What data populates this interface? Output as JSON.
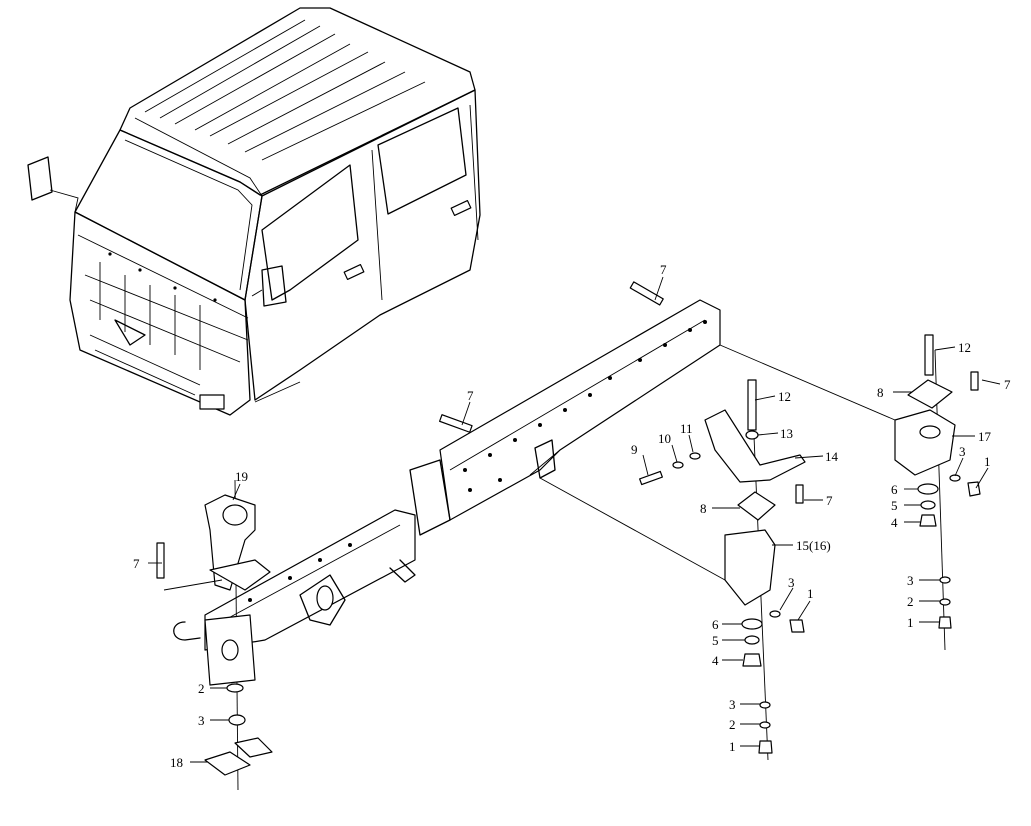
{
  "callouts": {
    "c7_top": "7",
    "c7_mid": "7",
    "c7_left": "7",
    "c7_r1": "7",
    "c7_r2": "7",
    "c12_a": "12",
    "c12_b": "12",
    "c8_a": "8",
    "c8_b": "8",
    "c17": "17",
    "c3_a": "3",
    "c1_a": "1",
    "c6_a": "6",
    "c5_a": "5",
    "c4_a": "4",
    "c3_b": "3",
    "c2_a": "2",
    "c1_b": "1",
    "c9": "9",
    "c10": "10",
    "c11": "11",
    "c13": "13",
    "c14": "14",
    "c15": "15(16)",
    "c3_c": "3",
    "c1_c": "1",
    "c6_b": "6",
    "c5_b": "5",
    "c4_b": "4",
    "c3_d": "3",
    "c2_b": "2",
    "c1_d": "1",
    "c19": "19",
    "c2_c": "2",
    "c3_e": "3",
    "c18": "18"
  }
}
